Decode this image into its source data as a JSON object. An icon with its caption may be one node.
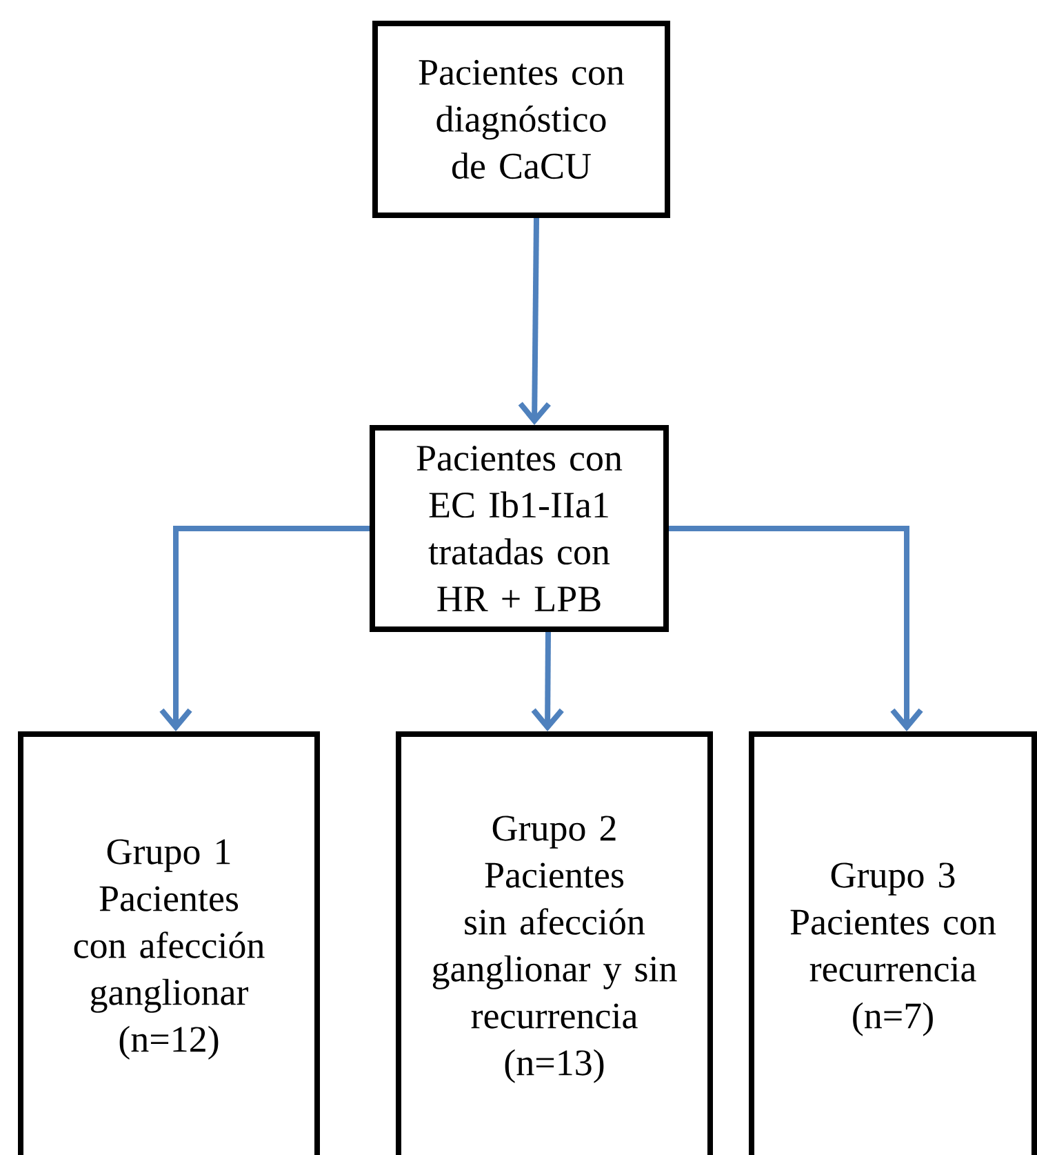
{
  "diagram": {
    "nodes": [
      {
        "text": [
          "Pacientes con diagnóstico de CaCU"
        ]
      },
      {
        "text": [
          "Pacientes con EC Ib1-IIa1 tratadas con HR + LPB"
        ]
      },
      {
        "text": [
          "Grupo 1 Pacientes con afección ganglionar (n=12)"
        ]
      },
      {
        "text": [
          "Grupo 2 Pacientes sin afección ganglionar y sin recurrencia (n=13)"
        ]
      },
      {
        "text": [
          "Grupo 3 Pacientes con recurrencia (n=7)"
        ]
      }
    ],
    "edges": [
      {
        "from": 0,
        "to": 1,
        "arrow": "to"
      },
      {
        "from": 1,
        "to": 2,
        "arrow": "to"
      },
      {
        "from": 1,
        "to": 3,
        "arrow": "to"
      },
      {
        "from": 1,
        "to": 4,
        "arrow": "to"
      }
    ]
  }
}
